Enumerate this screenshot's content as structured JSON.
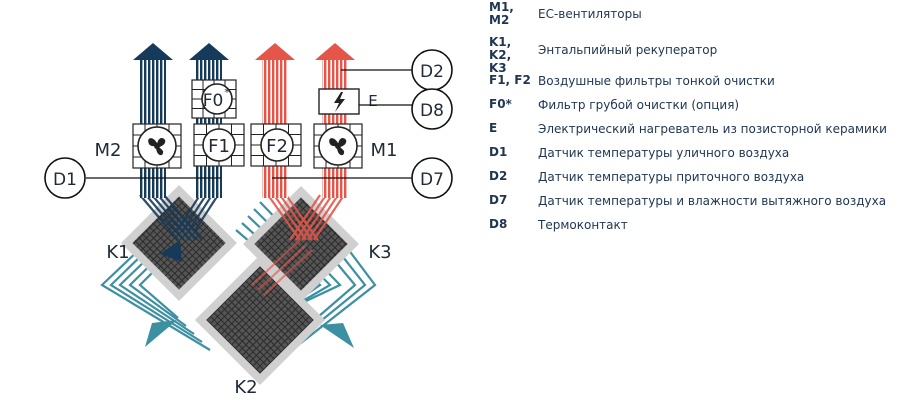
{
  "diagram": {
    "labels": {
      "m1": "M1",
      "m2": "M2",
      "f0": "F0",
      "f0_star": "*",
      "f1": "F1",
      "f2": "F2",
      "e": "E",
      "d1": "D1",
      "d2": "D2",
      "d7": "D7",
      "d8": "D8",
      "k1": "K1",
      "k2": "K2",
      "k3": "K3"
    },
    "colors": {
      "navy": "#163a59",
      "red": "#e4564a",
      "teal": "#3d8fa2",
      "dark": "#2a2a2a",
      "grey": "#c8c8c8"
    }
  },
  "legend": [
    {
      "key": "M1,\nM2",
      "desc": "ЕС-вентиляторы"
    },
    {
      "key": "K1, K2,\nK3",
      "desc": "Энтальпийный рекуператор"
    },
    {
      "key": "F1, F2",
      "desc": "Воздушные фильтры тонкой очистки"
    },
    {
      "key": "F0*",
      "desc": "Фильтр грубой очистки (опция)"
    },
    {
      "key": "E",
      "desc": "Электрический нагреватель из позисторной керамики"
    },
    {
      "key": "D1",
      "desc": "Датчик температуры уличного воздуха"
    },
    {
      "key": "D2",
      "desc": "Датчик температуры приточного воздуха"
    },
    {
      "key": "D7",
      "desc": "Датчик температуры и влажности вытяжного воздуха"
    },
    {
      "key": "D8",
      "desc": "Термоконтакт"
    }
  ]
}
